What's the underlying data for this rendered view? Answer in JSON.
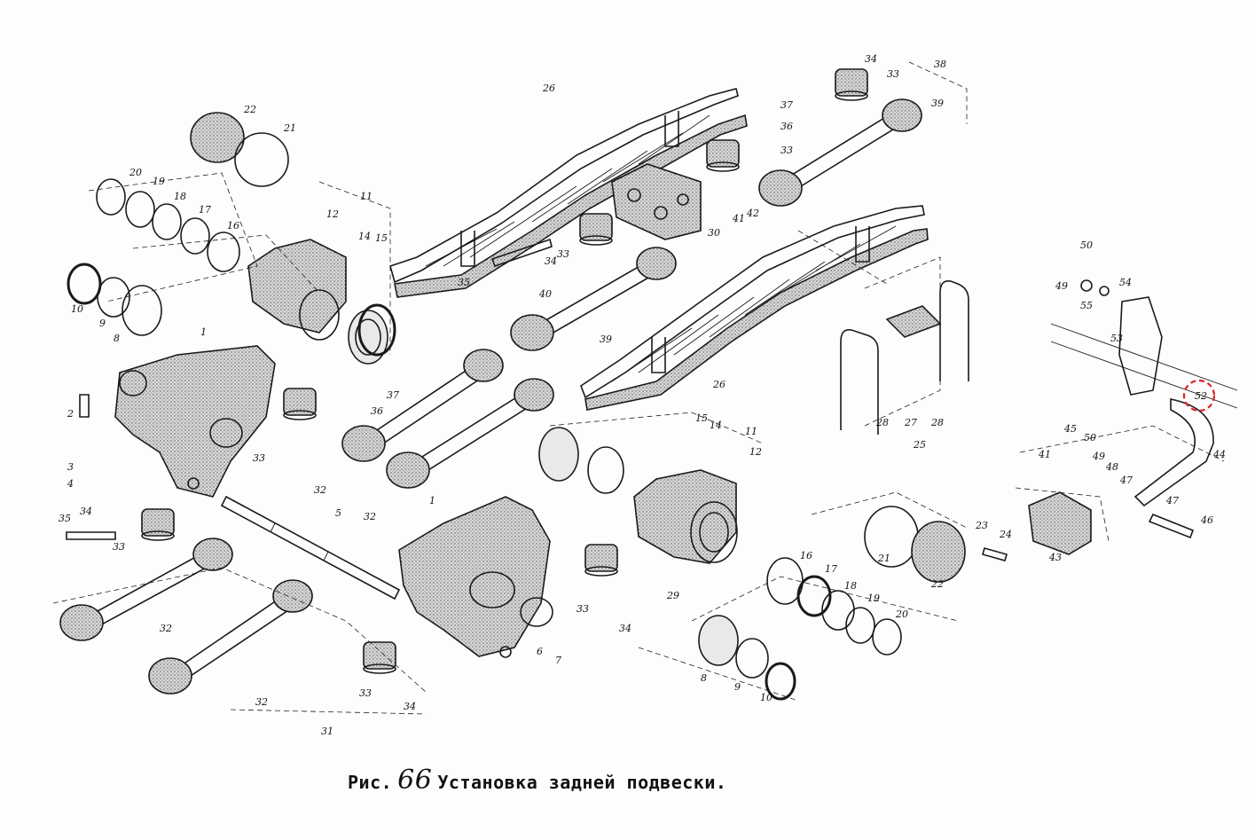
{
  "figure": {
    "prefix": "Рис.",
    "number": "66",
    "title": "Установка задней подвески."
  },
  "callouts": [
    {
      "id": "c22a",
      "text": "22"
    },
    {
      "id": "c21a",
      "text": "21"
    },
    {
      "id": "c20a",
      "text": "20"
    },
    {
      "id": "c19a",
      "text": "19"
    },
    {
      "id": "c18a",
      "text": "18"
    },
    {
      "id": "c17a",
      "text": "17"
    },
    {
      "id": "c16a",
      "text": "16"
    },
    {
      "id": "c10a",
      "text": "10"
    },
    {
      "id": "c9a",
      "text": "9"
    },
    {
      "id": "c8a",
      "text": "8"
    },
    {
      "id": "c1a",
      "text": "1"
    },
    {
      "id": "c2",
      "text": "2"
    },
    {
      "id": "c3",
      "text": "3"
    },
    {
      "id": "c4",
      "text": "4"
    },
    {
      "id": "c35a",
      "text": "35"
    },
    {
      "id": "c34a",
      "text": "34"
    },
    {
      "id": "c33a",
      "text": "33"
    },
    {
      "id": "c32a",
      "text": "32"
    },
    {
      "id": "c32b",
      "text": "32"
    },
    {
      "id": "c31",
      "text": "31"
    },
    {
      "id": "c33b",
      "text": "33"
    },
    {
      "id": "c34b",
      "text": "34"
    },
    {
      "id": "c5",
      "text": "5"
    },
    {
      "id": "c1b",
      "text": "1"
    },
    {
      "id": "c6",
      "text": "6"
    },
    {
      "id": "c7",
      "text": "7"
    },
    {
      "id": "c33c",
      "text": "33"
    },
    {
      "id": "c34c",
      "text": "34"
    },
    {
      "id": "c29",
      "text": "29"
    },
    {
      "id": "c11a",
      "text": "11"
    },
    {
      "id": "c12a",
      "text": "12"
    },
    {
      "id": "c14a",
      "text": "14"
    },
    {
      "id": "c15a",
      "text": "15"
    },
    {
      "id": "c26a",
      "text": "26"
    },
    {
      "id": "c35b",
      "text": "35"
    },
    {
      "id": "c34d",
      "text": "34"
    },
    {
      "id": "c33d",
      "text": "33"
    },
    {
      "id": "c40",
      "text": "40"
    },
    {
      "id": "c30",
      "text": "30"
    },
    {
      "id": "c41",
      "text": "41"
    },
    {
      "id": "c42",
      "text": "42"
    },
    {
      "id": "c39a",
      "text": "39"
    },
    {
      "id": "c37a",
      "text": "37"
    },
    {
      "id": "c36a",
      "text": "36"
    },
    {
      "id": "c33e",
      "text": "33"
    },
    {
      "id": "c34e",
      "text": "34"
    },
    {
      "id": "c33f",
      "text": "33"
    },
    {
      "id": "c38",
      "text": "38"
    },
    {
      "id": "c39b",
      "text": "39"
    },
    {
      "id": "c37b",
      "text": "37"
    },
    {
      "id": "c36b",
      "text": "36"
    },
    {
      "id": "c33g",
      "text": "33"
    },
    {
      "id": "c32c",
      "text": "32"
    },
    {
      "id": "c32d",
      "text": "32"
    },
    {
      "id": "c26b",
      "text": "26"
    },
    {
      "id": "c15b",
      "text": "15"
    },
    {
      "id": "c14b",
      "text": "14"
    },
    {
      "id": "c11b",
      "text": "11"
    },
    {
      "id": "c12b",
      "text": "12"
    },
    {
      "id": "c28a",
      "text": "28"
    },
    {
      "id": "c27",
      "text": "27"
    },
    {
      "id": "c28b",
      "text": "28"
    },
    {
      "id": "c25",
      "text": "25"
    },
    {
      "id": "c21b",
      "text": "21"
    },
    {
      "id": "c22b",
      "text": "22"
    },
    {
      "id": "c23",
      "text": "23"
    },
    {
      "id": "c24",
      "text": "24"
    },
    {
      "id": "c16b",
      "text": "16"
    },
    {
      "id": "c17b",
      "text": "17"
    },
    {
      "id": "c18b",
      "text": "18"
    },
    {
      "id": "c19b",
      "text": "19"
    },
    {
      "id": "c20b",
      "text": "20"
    },
    {
      "id": "c8b",
      "text": "8"
    },
    {
      "id": "c9b",
      "text": "9"
    },
    {
      "id": "c10b",
      "text": "10"
    },
    {
      "id": "c50a",
      "text": "50"
    },
    {
      "id": "c49a",
      "text": "49"
    },
    {
      "id": "c54",
      "text": "54"
    },
    {
      "id": "c55",
      "text": "55"
    },
    {
      "id": "c53",
      "text": "53"
    },
    {
      "id": "c52",
      "text": "52"
    },
    {
      "id": "c44",
      "text": "44"
    },
    {
      "id": "c45",
      "text": "45"
    },
    {
      "id": "c41b",
      "text": "41"
    },
    {
      "id": "c50b",
      "text": "50"
    },
    {
      "id": "c49b",
      "text": "49"
    },
    {
      "id": "c48",
      "text": "48"
    },
    {
      "id": "c47a",
      "text": "47"
    },
    {
      "id": "c47b",
      "text": "47"
    },
    {
      "id": "c46",
      "text": "46"
    },
    {
      "id": "c43",
      "text": "43"
    }
  ],
  "highlight": {
    "callout": "52",
    "color": "#e02020"
  },
  "colors": {
    "ink": "#1a1a1a",
    "paper": "#fdfdfd",
    "highlight": "#e02020"
  }
}
